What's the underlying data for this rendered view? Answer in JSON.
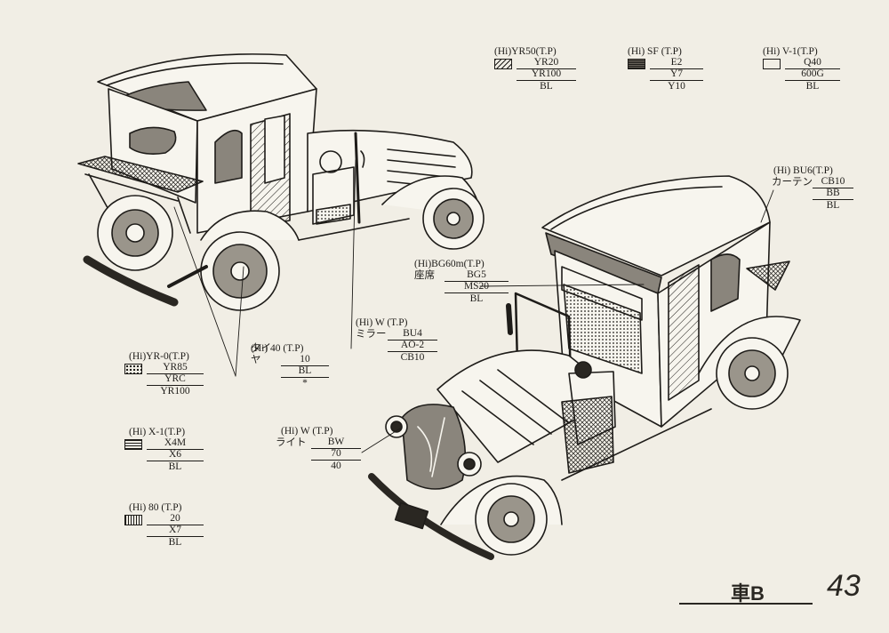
{
  "labels": [
    {
      "id": "yr50",
      "header": "(Hi)YR50(T.P)",
      "swatch": "diag",
      "rows": [
        {
          "pre": "",
          "val": "YR20"
        },
        {
          "pre": "",
          "val": "YR100"
        },
        {
          "pre": "",
          "val": "BL"
        }
      ]
    },
    {
      "id": "sf",
      "header": "(Hi) SF (T.P)",
      "swatch": "dense",
      "rows": [
        {
          "pre": "",
          "val": "E2"
        },
        {
          "pre": "",
          "val": "Y7"
        },
        {
          "pre": "",
          "val": "Y10"
        }
      ]
    },
    {
      "id": "v1",
      "header": "(Hi) V-1(T.P)",
      "swatch": "blank",
      "rows": [
        {
          "pre": "",
          "val": "Q40"
        },
        {
          "pre": "",
          "val": "600G"
        },
        {
          "pre": "",
          "val": "BL"
        }
      ]
    },
    {
      "id": "bu6",
      "header": "(Hi) BU6(T.P)",
      "swatch": "none",
      "rows": [
        {
          "pre": "カーテン",
          "val": "CB10"
        },
        {
          "pre": "",
          "val": "BB"
        },
        {
          "pre": "",
          "val": "BL"
        }
      ]
    },
    {
      "id": "bg60m",
      "header": "(Hi)BG60m(T.P)",
      "swatch": "none",
      "rows": [
        {
          "pre": "座席",
          "val": "BG5"
        },
        {
          "pre": "",
          "val": "MS20"
        },
        {
          "pre": "",
          "val": "BL"
        }
      ]
    },
    {
      "id": "w-mirror",
      "header": "(Hi) W (T.P)",
      "swatch": "none",
      "rows": [
        {
          "pre": "ミラー",
          "val": "BU4"
        },
        {
          "pre": "",
          "val": "AO-2"
        },
        {
          "pre": "",
          "val": "CB10"
        }
      ]
    },
    {
      "id": "w40",
      "header": "(Hi) 40 (T.P)",
      "swatch": "none",
      "rows": [
        {
          "pre": "タイヤ",
          "val": "10"
        },
        {
          "pre": "",
          "val": "BL"
        },
        {
          "pre": "",
          "val": "*"
        }
      ]
    },
    {
      "id": "yr0",
      "header": "(Hi)YR-0(T.P)",
      "swatch": "dot",
      "rows": [
        {
          "pre": "",
          "val": "YR85"
        },
        {
          "pre": "",
          "val": "YRC"
        },
        {
          "pre": "",
          "val": "YR100"
        }
      ]
    },
    {
      "id": "x1",
      "header": "(Hi) X-1(T.P)",
      "swatch": "hline",
      "rows": [
        {
          "pre": "",
          "val": "X4M"
        },
        {
          "pre": "",
          "val": "X6"
        },
        {
          "pre": "",
          "val": "BL"
        }
      ]
    },
    {
      "id": "w-light",
      "header": "(Hi) W (T.P)",
      "swatch": "none",
      "rows": [
        {
          "pre": "ライト",
          "val": "BW"
        },
        {
          "pre": "",
          "val": "70"
        },
        {
          "pre": "",
          "val": "40"
        }
      ]
    },
    {
      "id": "c80",
      "header": "(Hi) 80 (T.P)",
      "swatch": "vline",
      "rows": [
        {
          "pre": "",
          "val": "20"
        },
        {
          "pre": "",
          "val": "X7"
        },
        {
          "pre": "",
          "val": "BL"
        }
      ]
    }
  ],
  "footer": {
    "title": "車B",
    "page": "43"
  },
  "colors": {
    "paper": "#f1eee5",
    "ink": "#1e1c19"
  }
}
